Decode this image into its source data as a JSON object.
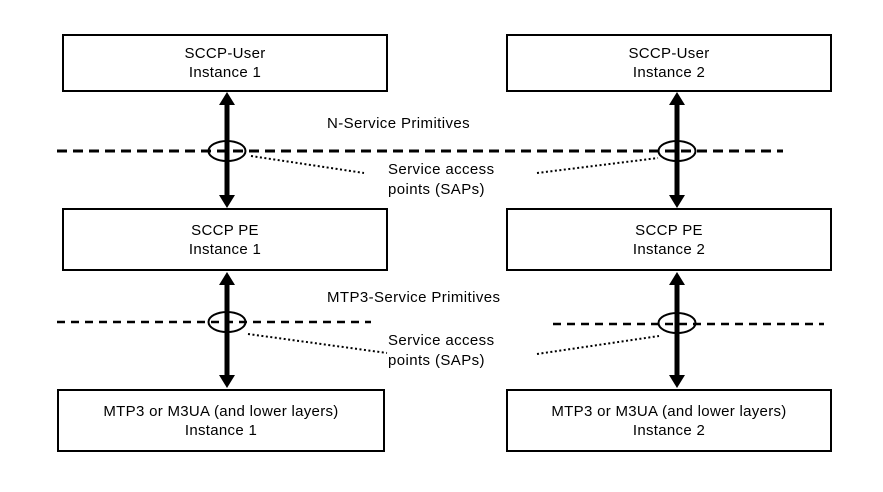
{
  "boxes": {
    "sccp_user_1": {
      "title": "SCCP-User",
      "instance": "Instance 1"
    },
    "sccp_user_2": {
      "title": "SCCP-User",
      "instance": "Instance 2"
    },
    "sccp_pe_1": {
      "title": "SCCP PE",
      "instance": "Instance 1"
    },
    "sccp_pe_2": {
      "title": "SCCP PE",
      "instance": "Instance 2"
    },
    "mtp3_1": {
      "title": "MTP3 or M3UA (and lower layers)",
      "instance": "Instance 1"
    },
    "mtp3_2": {
      "title": "MTP3 or M3UA (and lower layers)",
      "instance": "Instance 2"
    }
  },
  "labels": {
    "n_service_primitives": "N-Service Primitives",
    "mtp3_service_primitives": "MTP3-Service Primitives",
    "sap_upper": {
      "line1": "Service access",
      "line2": "points (SAPs)"
    },
    "sap_lower": {
      "line1": "Service access",
      "line2": "points (SAPs)"
    }
  },
  "colors": {
    "ink": "#000000",
    "background": "#ffffff"
  }
}
